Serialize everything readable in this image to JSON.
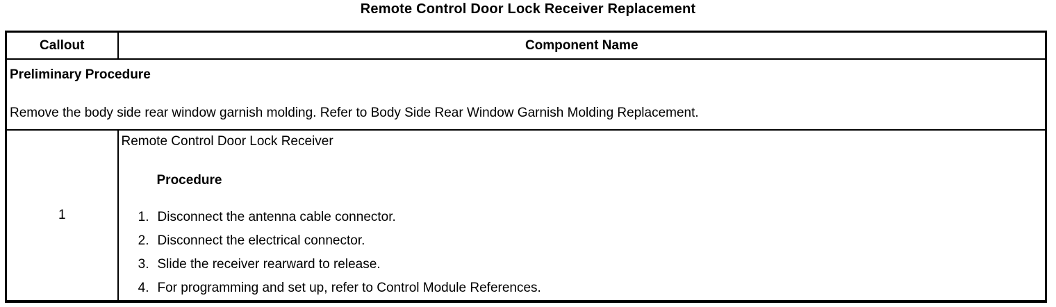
{
  "title": "Remote Control Door Lock Receiver Replacement",
  "table": {
    "headers": {
      "callout": "Callout",
      "component_name": "Component Name"
    },
    "preliminary": {
      "heading": "Preliminary Procedure",
      "text": "Remove the body side rear window garnish molding. Refer to Body Side Rear Window Garnish Molding Replacement."
    },
    "rows": [
      {
        "callout": "1",
        "component_name": "Remote Control Door Lock Receiver",
        "procedure_heading": "Procedure",
        "steps": [
          {
            "num": "1.",
            "text": "Disconnect the antenna cable connector."
          },
          {
            "num": "2.",
            "text": "Disconnect the electrical connector."
          },
          {
            "num": "3.",
            "text": "Slide the receiver rearward to release."
          },
          {
            "num": "4.",
            "text": "For programming and set up, refer to Control Module References."
          }
        ]
      }
    ]
  },
  "colors": {
    "text": "#000000",
    "border": "#000000",
    "background": "#ffffff"
  }
}
